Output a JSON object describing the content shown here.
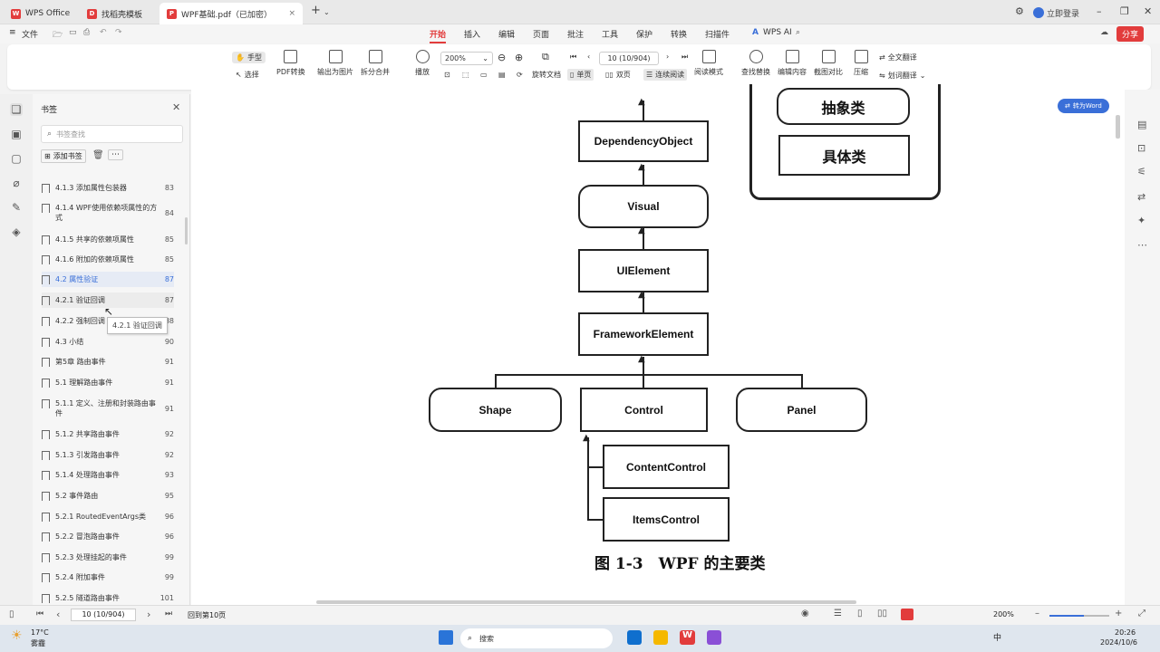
{
  "tabs": {
    "home": "WPS Office",
    "template": "找稻壳模板",
    "doc": "WPF基础.pdf（已加密）"
  },
  "window": {
    "login": "立即登录"
  },
  "menu": {
    "file": "文件",
    "items": [
      "开始",
      "插入",
      "编辑",
      "页面",
      "批注",
      "工具",
      "保护",
      "转换",
      "扫描件"
    ],
    "wpsai": "WPS AI",
    "share": "分享"
  },
  "toolbar": {
    "hand": "手型",
    "select": "选择",
    "pdf_convert": "PDF转换",
    "export_image": "输出为图片",
    "split_merge": "拆分合并",
    "play": "播放",
    "zoom": "200%",
    "page": "10 (10/904)",
    "rotate": "旋转文档",
    "single": "单页",
    "double": "双页",
    "continuous": "连续阅读",
    "read_mode": "阅读模式",
    "find_replace": "查找替换",
    "edit_content": "编辑内容",
    "screenshot_compare": "截图对比",
    "compress": "压缩",
    "full_translate": "全文翻译",
    "word_translate": "划词翻译"
  },
  "sidebar": {
    "title": "书签",
    "search_placeholder": "书签查找",
    "add_bookmark": "添加书签",
    "tooltip": "4.2.1 验证回调",
    "items": [
      {
        "label": "4.1.3 添加属性包装器",
        "page": "83"
      },
      {
        "label": "4.1.4 WPF使用依赖项属性的方式",
        "page": "84"
      },
      {
        "label": "4.1.5 共享的依赖项属性",
        "page": "85"
      },
      {
        "label": "4.1.6 附加的依赖项属性",
        "page": "85"
      },
      {
        "label": "4.2 属性验证",
        "page": "87"
      },
      {
        "label": "4.2.1 验证回调",
        "page": "87"
      },
      {
        "label": "4.2.2 强制回调",
        "page": "88"
      },
      {
        "label": "4.3 小结",
        "page": "90"
      },
      {
        "label": "第5章 路由事件",
        "page": "91"
      },
      {
        "label": "5.1 理解路由事件",
        "page": "91"
      },
      {
        "label": "5.1.1 定义、注册和封装路由事件",
        "page": "91"
      },
      {
        "label": "5.1.2 共享路由事件",
        "page": "92"
      },
      {
        "label": "5.1.3 引发路由事件",
        "page": "92"
      },
      {
        "label": "5.1.4 处理路由事件",
        "page": "93"
      },
      {
        "label": "5.2 事件路由",
        "page": "95"
      },
      {
        "label": "5.2.1 RoutedEventArgs类",
        "page": "96"
      },
      {
        "label": "5.2.2 冒泡路由事件",
        "page": "96"
      },
      {
        "label": "5.2.3 处理挂起的事件",
        "page": "99"
      },
      {
        "label": "5.2.4 附加事件",
        "page": "99"
      },
      {
        "label": "5.2.5 隧道路由事件",
        "page": "101"
      }
    ]
  },
  "document": {
    "to_word": "转为Word",
    "legend_abstract": "抽象类",
    "legend_concrete": "具体类",
    "nodes": {
      "dependency_object": "DependencyObject",
      "visual": "Visual",
      "ui_element": "UIElement",
      "framework_element": "FrameworkElement",
      "shape": "Shape",
      "control": "Control",
      "panel": "Panel",
      "content_control": "ContentControl",
      "items_control": "ItemsControl"
    },
    "caption": "图 1-3　WPF 的主要类"
  },
  "status": {
    "page": "10 (10/904)",
    "back": "回到第10页",
    "zoom": "200%"
  },
  "taskbar": {
    "temp": "17°C",
    "weather": "雾霾",
    "search": "搜索",
    "time": "20:26",
    "date": "2024/10/6",
    "lang": "中"
  },
  "colors": {
    "accent": "#e23c3c",
    "blue": "#3a6fd8"
  }
}
